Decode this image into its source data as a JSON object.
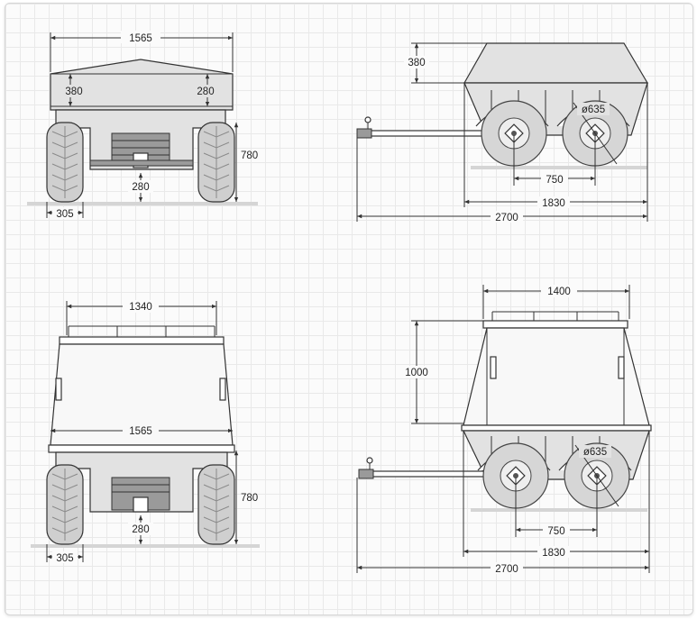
{
  "views": {
    "front_closed": {
      "width_label": "1565",
      "lid_left_label": "380",
      "lid_right_label": "280",
      "height_label": "780",
      "clearance_label": "280",
      "tire_width_label": "305"
    },
    "side_closed": {
      "lid_height_label": "380",
      "wheel_diameter_label": "ø635",
      "axle_spacing_label": "750",
      "body_length_label": "1830",
      "total_length_label": "2700"
    },
    "front_open": {
      "rack_width_label": "1340",
      "body_width_label": "1565",
      "height_label": "780",
      "clearance_label": "280",
      "tire_width_label": "305"
    },
    "side_open": {
      "rack_length_label": "1400",
      "open_height_label": "1000",
      "wheel_diameter_label": "ø635",
      "axle_spacing_label": "750",
      "body_length_label": "1830",
      "total_length_label": "2700"
    }
  }
}
